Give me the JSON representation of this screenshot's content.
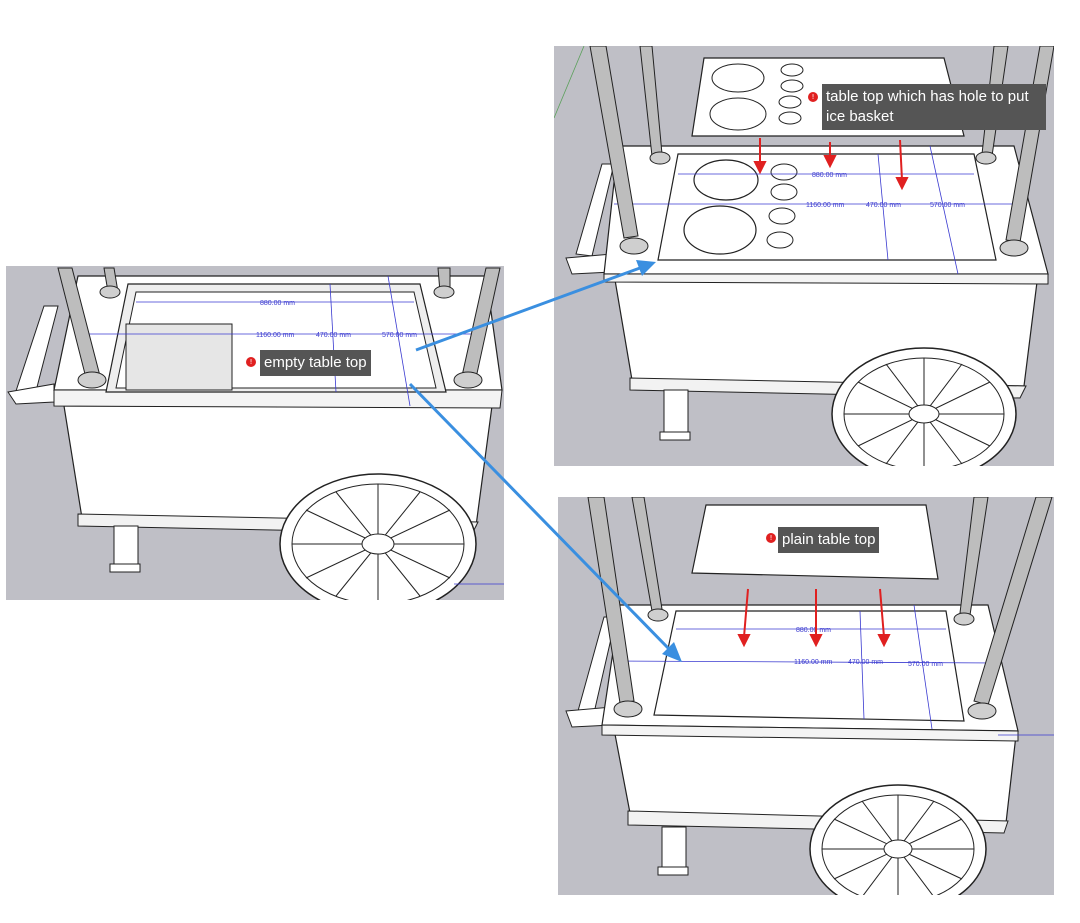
{
  "colors": {
    "background": "#bfbfc6",
    "cart_fill": "#ffffff",
    "cart_stroke": "#222222",
    "dimension_line": "#3a3ad0",
    "arrow_blue": "#3a8fe0",
    "arrow_red": "#e02020",
    "callout_bg": "#555555"
  },
  "panels": {
    "left": {
      "callout": "empty table top",
      "dims": {
        "width_inner": "880.00 mm",
        "width_outer": "1160.00 mm",
        "depth_inner": "470.00 mm",
        "depth_outer": "570.00 mm"
      }
    },
    "top_right": {
      "callout": "table top which has hole to put\nice basket",
      "dims": {
        "width_inner": "880.00 mm",
        "width_outer": "1160.00 mm",
        "depth_inner": "470.00 mm",
        "depth_outer": "570.00 mm"
      }
    },
    "bottom_right": {
      "callout": "plain table top",
      "dims": {
        "width_inner": "880.00 mm",
        "width_outer": "1160.00 mm",
        "depth_inner": "470.00 mm",
        "depth_outer": "570.00 mm"
      }
    }
  },
  "icons": {
    "callout_marker": "red-dot-icon",
    "connector": "blue-arrow-icon",
    "insert": "red-arrow-icon"
  }
}
